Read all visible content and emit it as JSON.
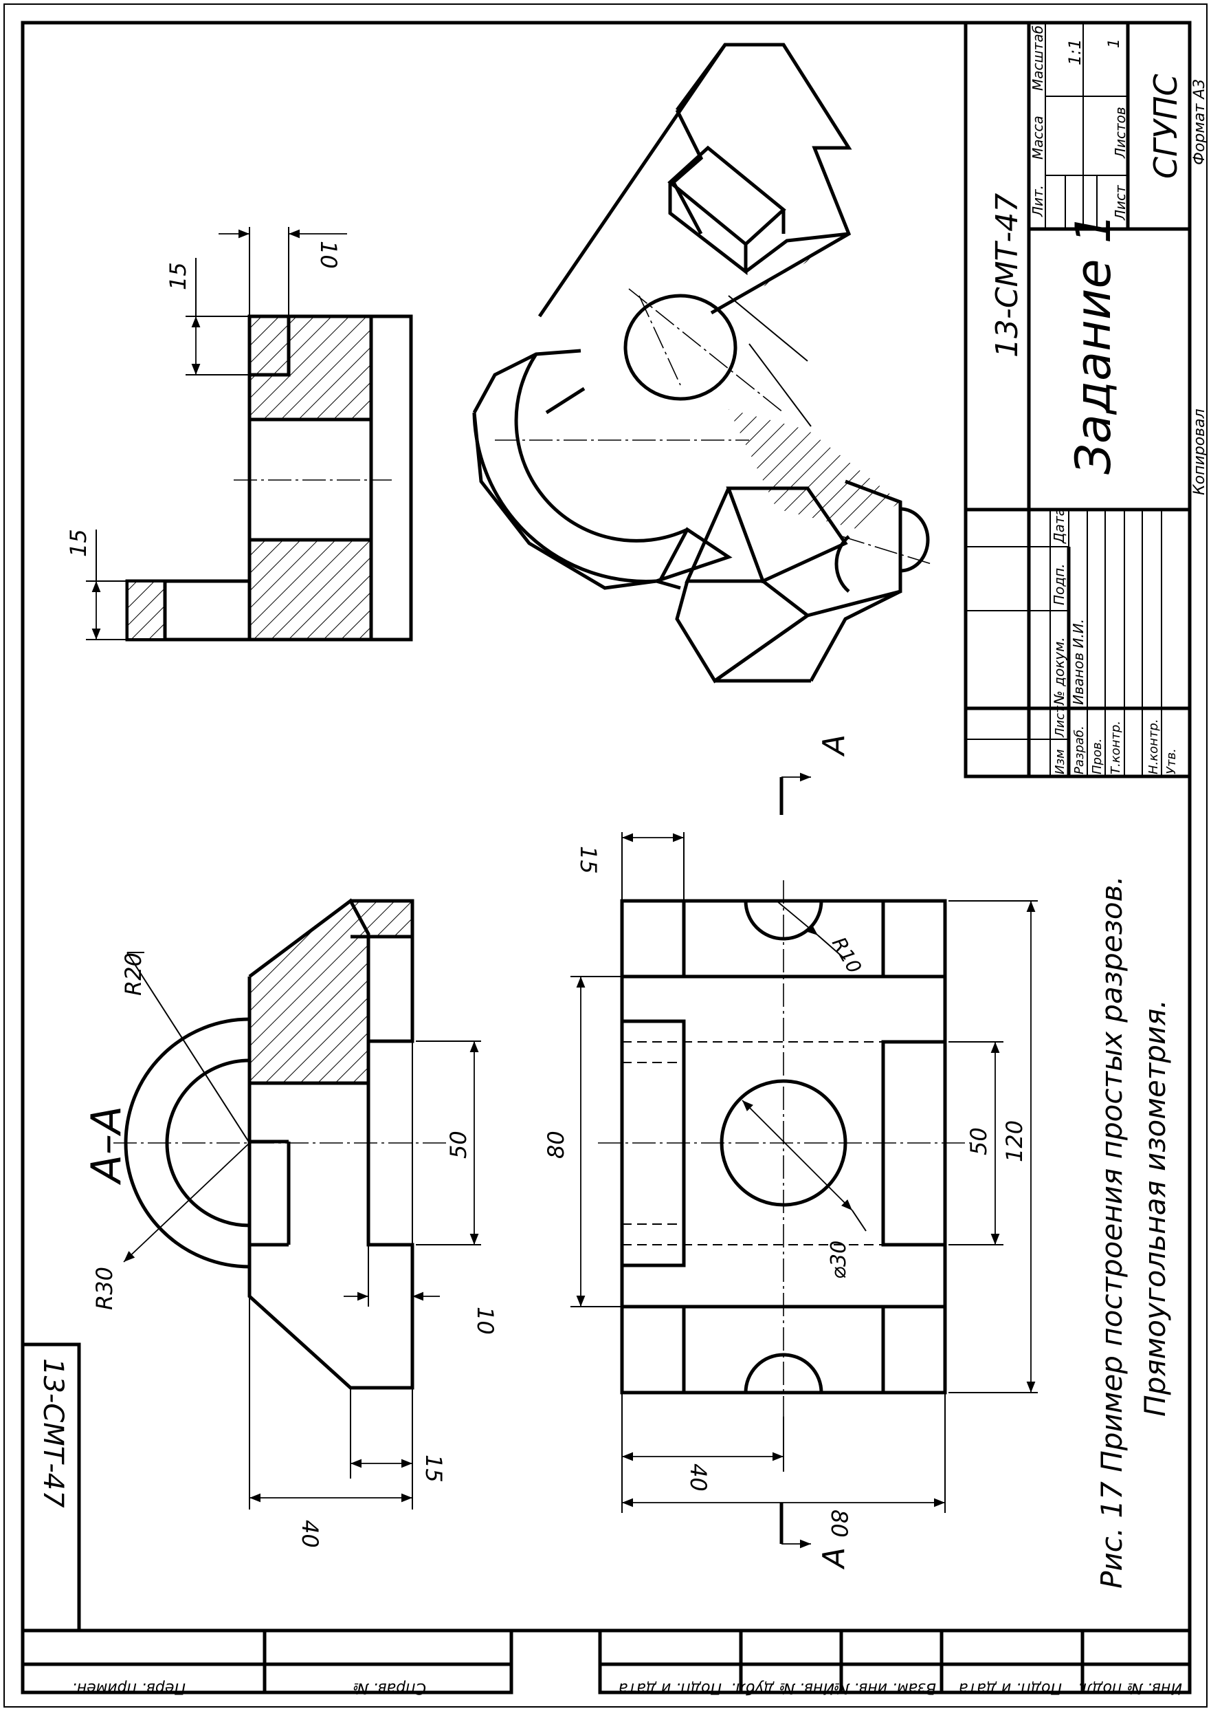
{
  "title_block": {
    "designation": "13-СМТ-47",
    "name": "Задание 1",
    "organization": "СГУПС",
    "scale": "1:1",
    "sheets_total": "1",
    "format": "Формат А3",
    "copied": "Копировал",
    "header_lit": "Лит.",
    "header_mass": "Масса",
    "header_scale": "Масштаб",
    "header_sheet": "Лист",
    "header_sheets": "Листов",
    "col_change": "Изм",
    "col_sheet": "Лист",
    "col_doc": "№ докум.",
    "col_sign": "Подп.",
    "col_date": "Дата",
    "row_dev": "Разраб.",
    "row_check": "Пров.",
    "row_tcontrol": "Т.контр.",
    "row_ncontrol": "Н.контр.",
    "row_approve": "Утв.",
    "developer": "Иванов И.И."
  },
  "corner_stamp": "13-СМТ-47",
  "side_strip": {
    "prim": "Перв. примен.",
    "sprav": "Справ. №",
    "podp1": "Подп. и дата",
    "inv_dubl": "Инв. № дубл.",
    "vzam": "Взам. инв. №",
    "podp2": "Подп. и дата",
    "inv_podl": "Инв. № подл."
  },
  "caption": {
    "line1": "Рис. 17  Пример построения простых разрезов.",
    "line2": "Прямоугольная изометрия."
  },
  "section_label": "А–А",
  "cut_mark": "А",
  "dims": {
    "r20": "R20",
    "r30": "R30",
    "d50_section": "50",
    "d10_section": "10",
    "d15_section": "15",
    "d40_section": "40",
    "d15_top": "15",
    "d80_top": "80",
    "d120": "120",
    "d50_plan": "50",
    "d_phi30": "⌀30",
    "d_r10": "R10",
    "d40_plan": "40",
    "d80_plan": "80",
    "d15_side_a": "15",
    "d15_side_b": "15",
    "d10_side": "10"
  }
}
